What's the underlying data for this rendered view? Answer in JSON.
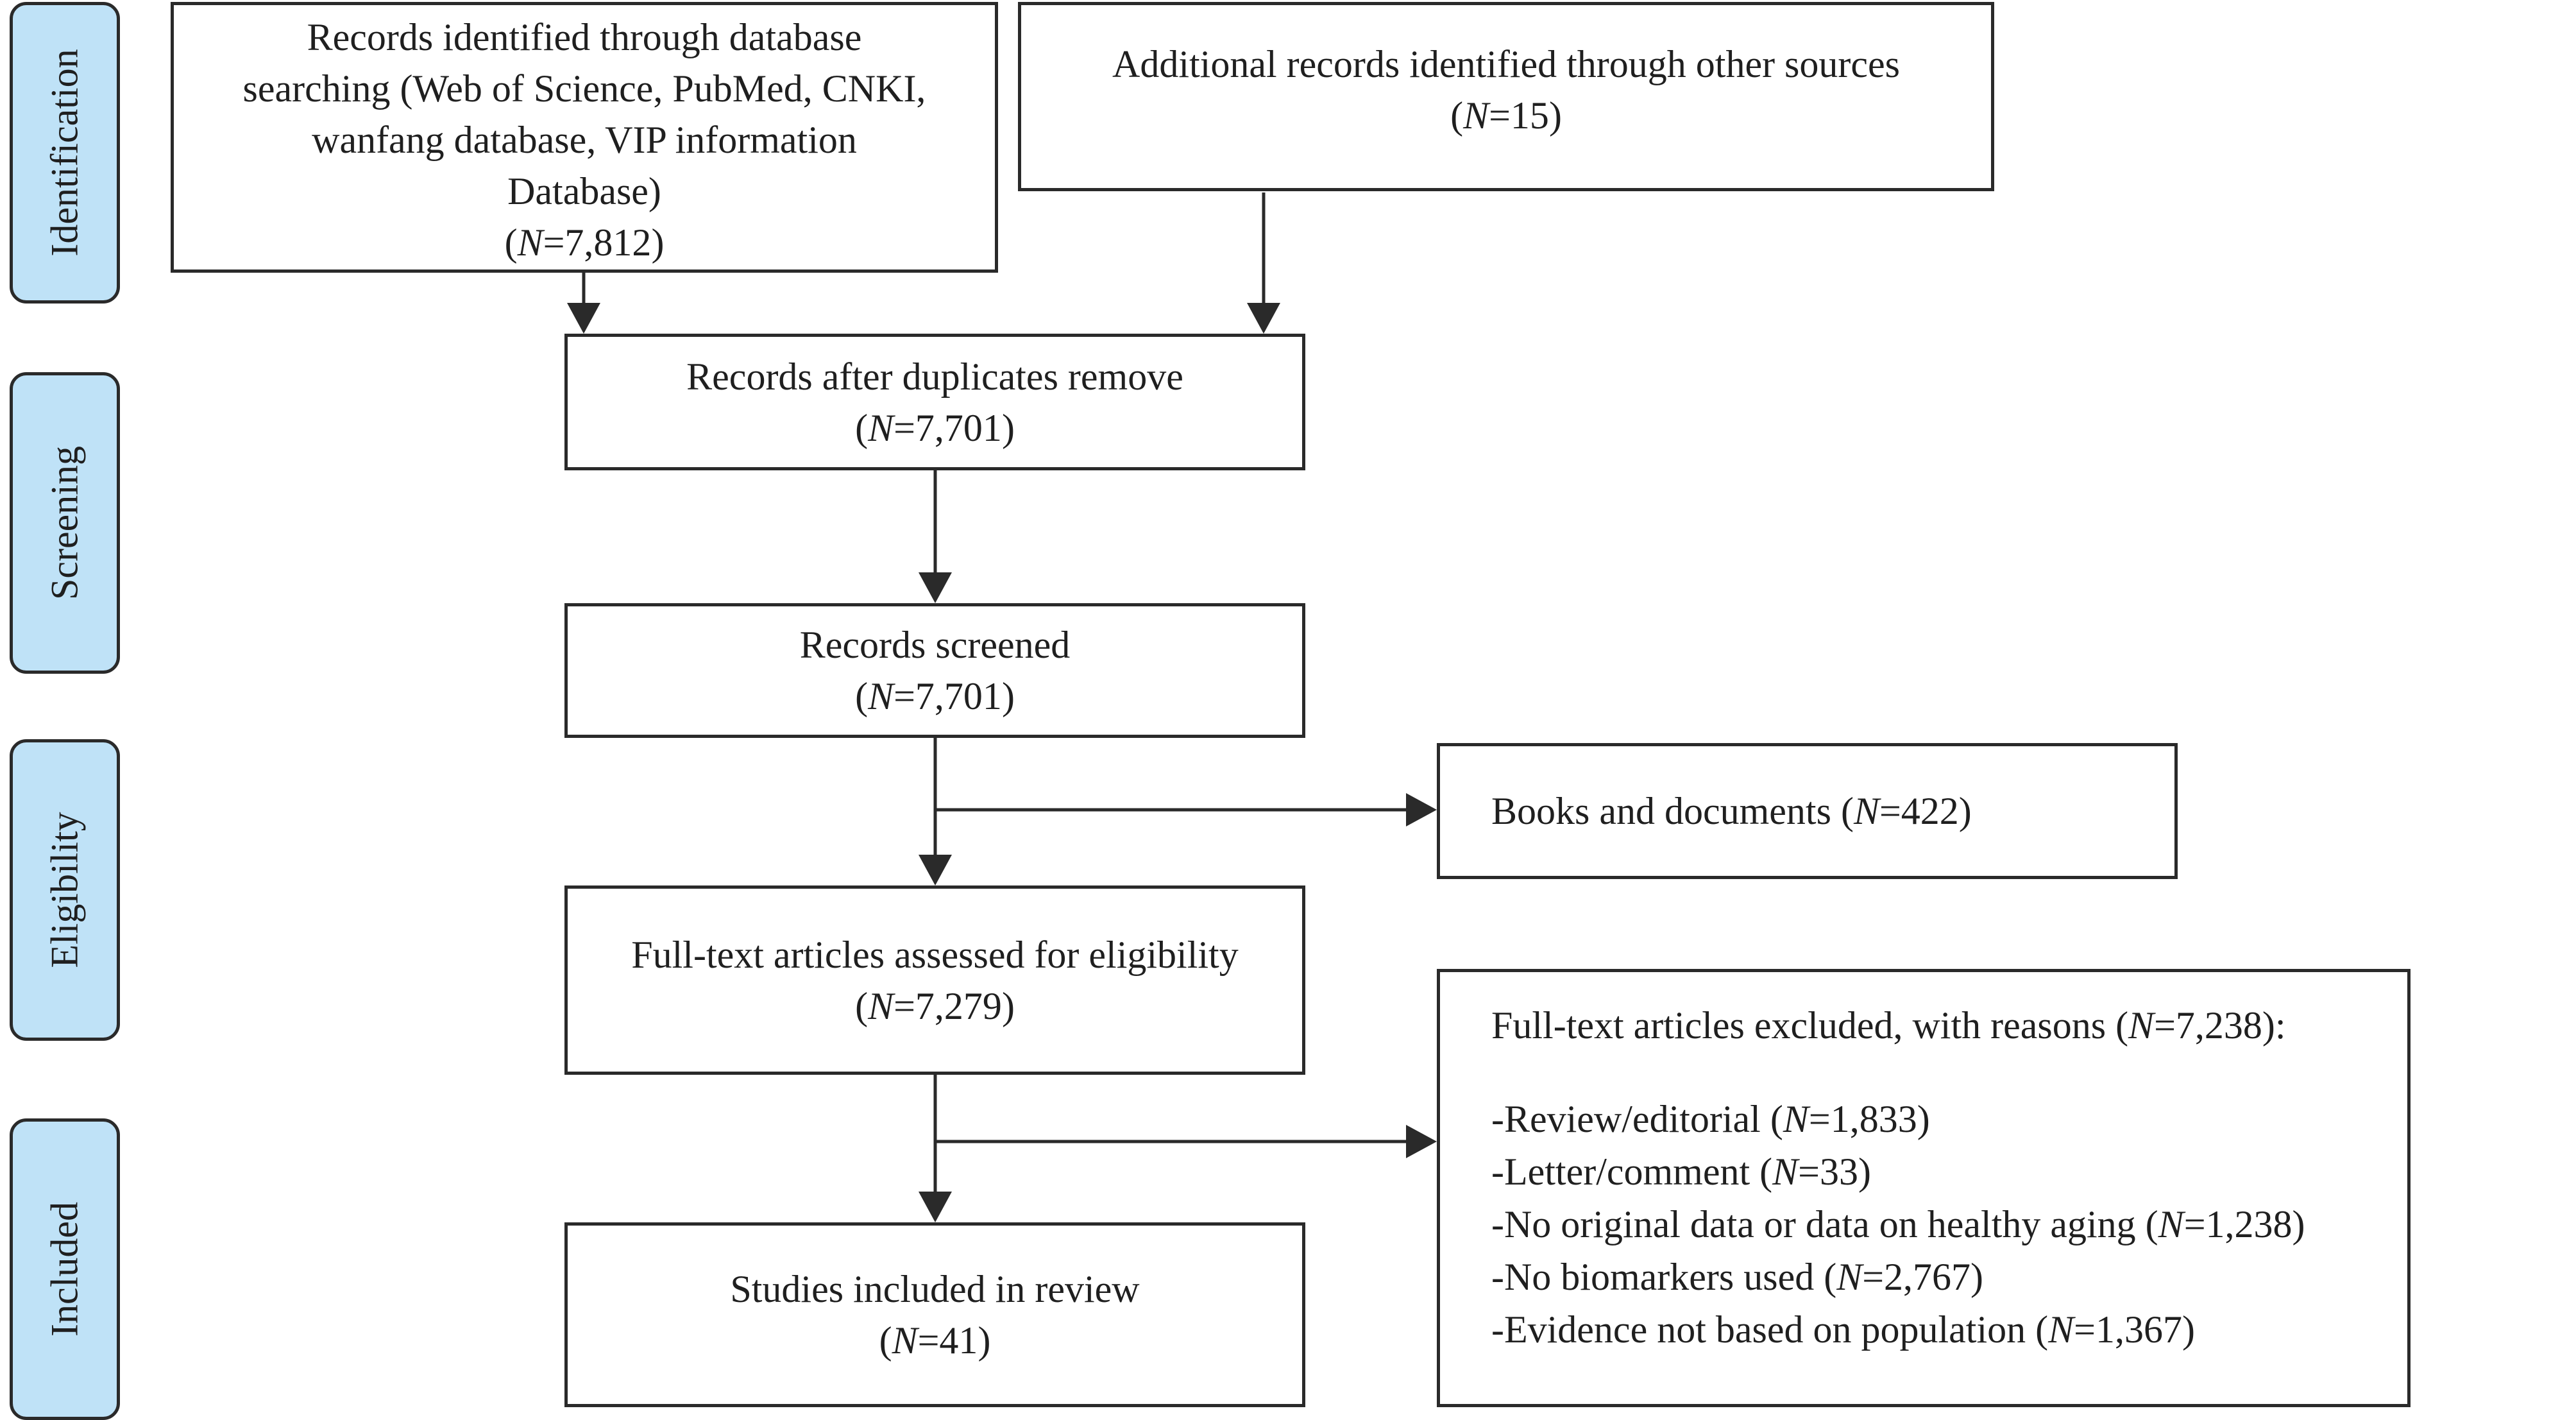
{
  "stages": [
    {
      "id": "identification",
      "label": "Identification"
    },
    {
      "id": "screening",
      "label": "Screening"
    },
    {
      "id": "eligibility",
      "label": "Eligibility"
    },
    {
      "id": "included",
      "label": "Included"
    }
  ],
  "n_prefix": "N",
  "boxes": {
    "database_search": {
      "lines": [
        "Records identified through database",
        "searching (Web of Science, PubMed, CNKI,",
        "wanfang database, VIP information",
        "Database)"
      ],
      "n": "=7,812"
    },
    "other_sources": {
      "lines": [
        "Additional records identified through other sources"
      ],
      "n": "=15"
    },
    "after_duplicates": {
      "lines": [
        "Records after duplicates remove"
      ],
      "n": "=7,701"
    },
    "screened": {
      "lines": [
        "Records screened"
      ],
      "n": "=7,701"
    },
    "books_documents": {
      "text": "Books and documents (",
      "n": "=422)"
    },
    "full_text_assessed": {
      "lines": [
        "Full-text articles assessed for eligibility"
      ],
      "n": "=7,279"
    },
    "full_text_excluded": {
      "heading": "Full-text articles excluded, with reasons (",
      "heading_n": "=7,238):",
      "reasons": [
        {
          "label": "-Review/editorial (",
          "n": "=1,833)"
        },
        {
          "label": "-Letter/comment (",
          "n": "=33)"
        },
        {
          "label": "-No original data or data on healthy aging (",
          "n": "=1,238)"
        },
        {
          "label": "-No biomarkers used (",
          "n": "=2,767)"
        },
        {
          "label": "-Evidence not based on population (",
          "n": "=1,367)"
        }
      ]
    },
    "included_studies": {
      "lines": [
        "Studies included in review"
      ],
      "n": "=41"
    }
  },
  "colors": {
    "stage_fill": "#bfe2f7",
    "border": "#2a2a2a",
    "text": "#1f1f1f"
  }
}
